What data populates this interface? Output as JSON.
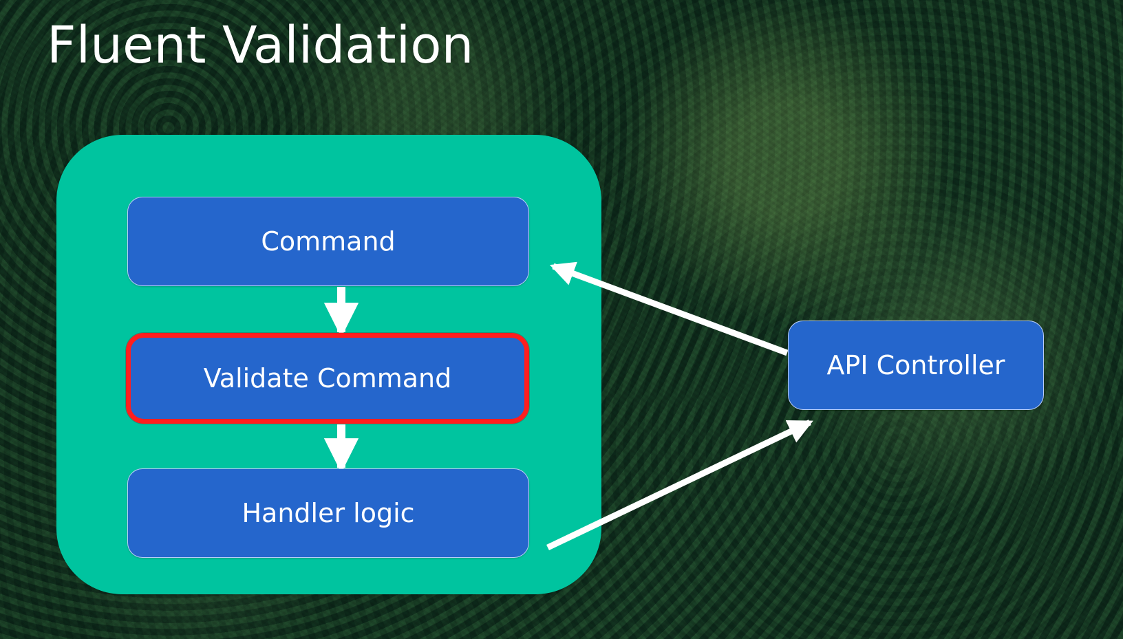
{
  "slide": {
    "title": "Fluent Validation"
  },
  "diagram": {
    "nodes": {
      "command": {
        "label": "Command"
      },
      "validate": {
        "label": "Validate Command"
      },
      "handler": {
        "label": "Handler logic"
      },
      "api": {
        "label": "API Controller"
      }
    },
    "colors": {
      "container": "#00c49f",
      "box": "#2566cc",
      "highlight": "#ff1e1e",
      "arrow": "#ffffff",
      "text": "#ffffff"
    }
  }
}
